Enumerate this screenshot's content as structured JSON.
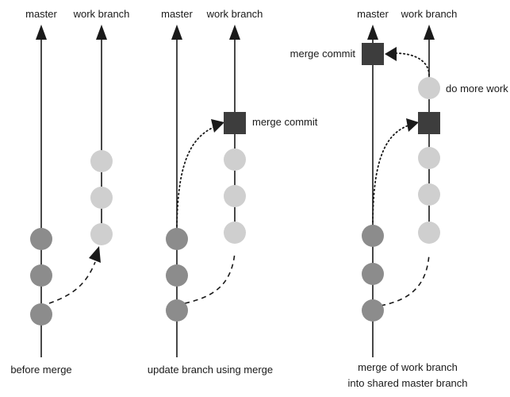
{
  "panel1": {
    "master_label": "master",
    "work_label": "work branch",
    "caption": "before merge"
  },
  "panel2": {
    "master_label": "master",
    "work_label": "work branch",
    "merge_label": "merge commit",
    "caption": "update branch using merge"
  },
  "panel3": {
    "master_label": "master",
    "work_label": "work branch",
    "merge_label": "merge commit",
    "more_work_label": "do more work",
    "caption_line1": "merge of work branch",
    "caption_line2": "into shared master branch"
  },
  "colors": {
    "master_commit": "#8c8c8c",
    "work_commit": "#cfcfcf",
    "merge_commit": "#3d3d3d",
    "line": "#1a1a1a"
  }
}
